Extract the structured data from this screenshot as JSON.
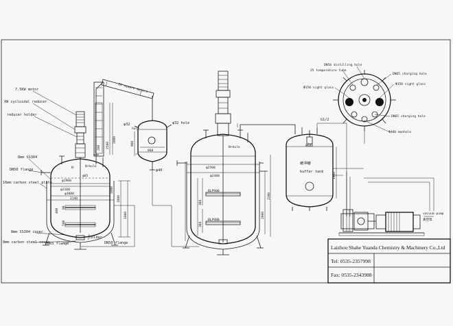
{
  "reactor1": {
    "motor": "7.5KW motor",
    "reducer": "XW cycloidal reducer",
    "reducer_holder": "reducer holder",
    "shell_mark": "8mm SS304",
    "flange_top": "DN50 flange",
    "jacket_plate": "16mm carbon steel plate",
    "bottom_inner": "8mm SS304 cover",
    "bottom_outer": "8mm carbon steel cover",
    "flange_bottom": "DN65 flange",
    "flange_outlet": "DN50 flange",
    "holder": "holder",
    "d1900": "φ1900",
    "d2100": "φ2100",
    "d3080": "φ3080",
    "d2140": "2140",
    "dim1800": "1800",
    "dim1000": "1000",
    "h1000": "1000",
    "h400": "400",
    "h90": "90",
    "h500": "500",
    "sightglass": "N",
    "d65": "φ65",
    "nozzle": "N+hole"
  },
  "condenser": {
    "label": "20 square meters",
    "size1": "200",
    "size2": "2500",
    "size3": "2080"
  },
  "receiver": {
    "hole_left": "φ32",
    "hole_left_lbl": "hole",
    "hole_right": "φ32 hole",
    "w": "860",
    "h": "900",
    "outlet": "φ40"
  },
  "reactor2": {
    "d2500": "φ2500",
    "d2400": "φ2400",
    "nozzle": "N+hole",
    "blade1": "BLP900",
    "blade2": "BLP900",
    "h2300": "2300",
    "h2000": "2000",
    "h380a": "380",
    "h380b": "380"
  },
  "buffer_tank": {
    "code_left": "G1/2",
    "top": "Ф600",
    "name_cn": "缓冲罐",
    "name": "buffer tank",
    "h": "1900"
  },
  "top_view": {
    "distilling": "DN50 distilling hole",
    "temperature": "25 temperature tube",
    "sight_glass_left": "Φ150 sight glass",
    "charging_top": "DN65 charging hole",
    "sight_glass_right": "Φ150 sight glass",
    "charging_bottom": "DN65 charging hole",
    "manhole": "Φ400 manhole"
  },
  "vacuum_pump": {
    "label": "vacuum pump",
    "cn": "真空泵"
  },
  "title_block": {
    "company": "Laizhou Shahe Yuanda Chemistry & Machinery Co.,Ltd",
    "tel": "Tel: 0535-2357998",
    "fax": "Fax: 0535-2343988"
  }
}
